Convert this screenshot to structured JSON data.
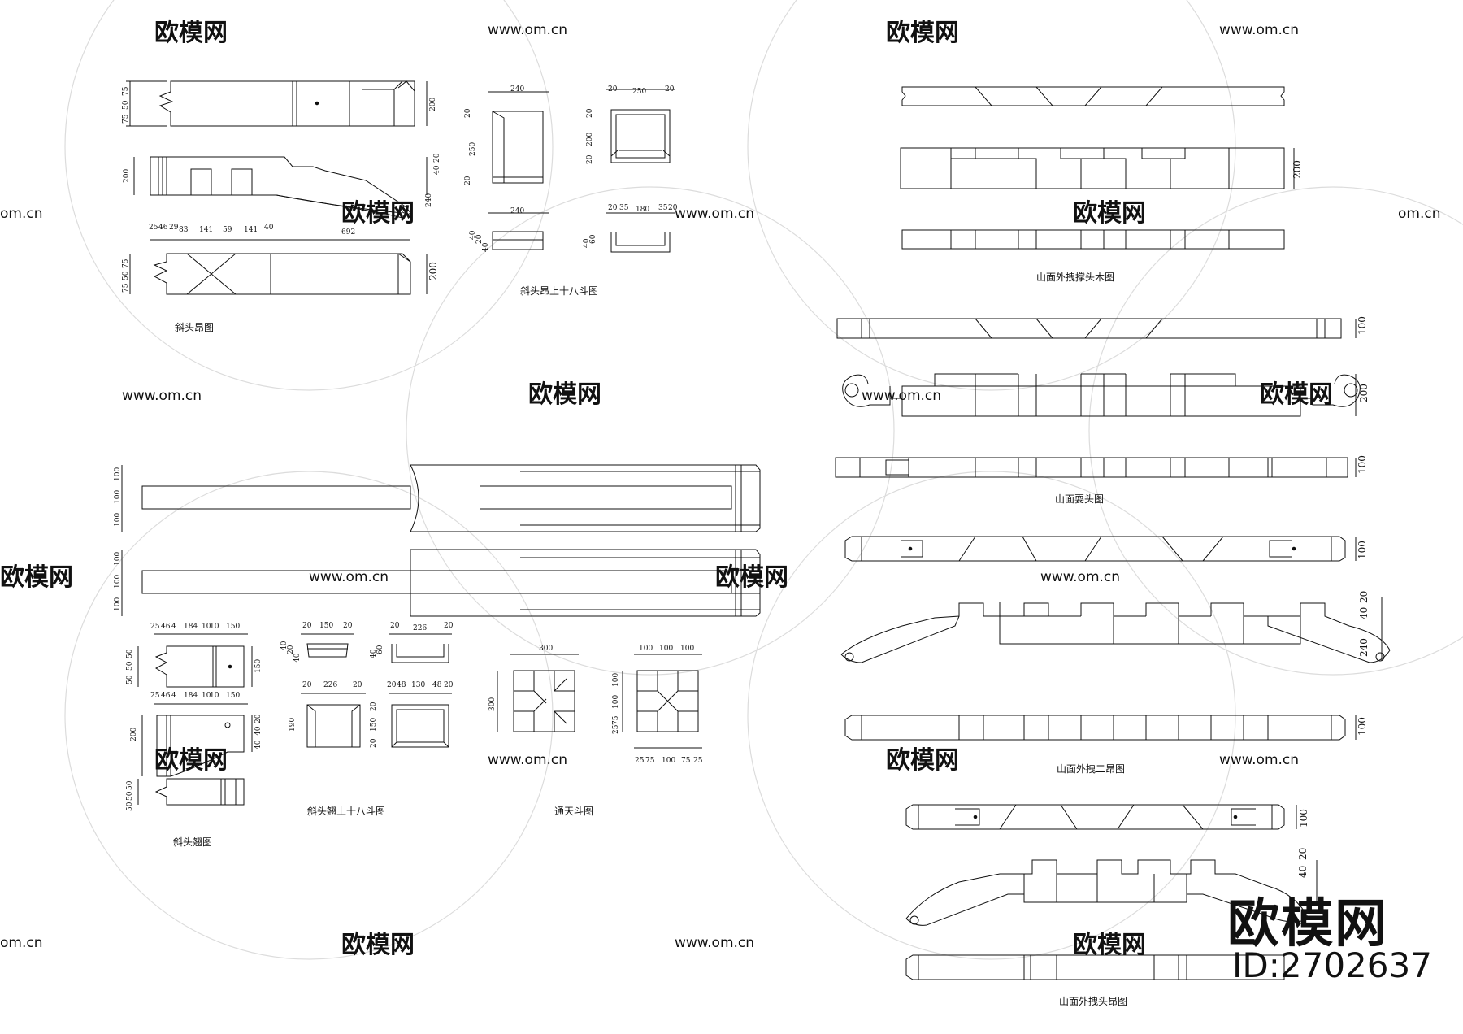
{
  "watermark": {
    "brand": "欧模网",
    "site": "www.om.cn",
    "site_short": "om.cn",
    "id": "ID:2702637"
  },
  "captions": {
    "xietou_ang": "斜头昂图",
    "xietou_ang_18dou": "斜头昂上十八斗图",
    "xietou_qiao": "斜头翘图",
    "xietou_qiao_18dou": "斜头翘上十八斗图",
    "tongtian_dou": "通天斗图",
    "shanmian_chengtou": "山面外拽撑头木图",
    "shanmian_shuatou": "山面耍头图",
    "shanmian_erang": "山面外拽二昂图",
    "shanmian_tou_ang": "山面外拽头昂图"
  },
  "dims": {
    "ang_left": [
      "75",
      "50",
      "75"
    ],
    "ang_plan_left": [
      "75",
      "50",
      "75"
    ],
    "d200": "200",
    "d240": "240",
    "d250": "250",
    "d20": "20",
    "d40": "40",
    "d60": "60",
    "d100": "100",
    "d150": "150",
    "d300": "300",
    "d180": "180",
    "d35": "35",
    "d226": "226",
    "d130": "130",
    "d48": "48",
    "d190": "190",
    "d692": "692",
    "ang_row": [
      "25",
      "46",
      "29",
      "83",
      "141",
      "59",
      "141",
      "40"
    ],
    "qiao_row": [
      "25",
      "46",
      "4",
      "184",
      "10",
      "10",
      "150"
    ],
    "qiao_left": [
      "50",
      "50",
      "50"
    ],
    "tt_bottom": [
      "25",
      "75",
      "100",
      "75",
      "25"
    ],
    "tt_right": [
      "100",
      "100",
      "75",
      "25"
    ],
    "tt_top": [
      "100",
      "100",
      "100"
    ],
    "dou_a": [
      "20",
      "40"
    ],
    "dou_b": [
      "20",
      "40",
      "60"
    ],
    "qiao_18": [
      "20",
      "48",
      "130",
      "48",
      "20"
    ],
    "dou_c": [
      "20",
      "35",
      "180",
      "35",
      "20"
    ]
  }
}
